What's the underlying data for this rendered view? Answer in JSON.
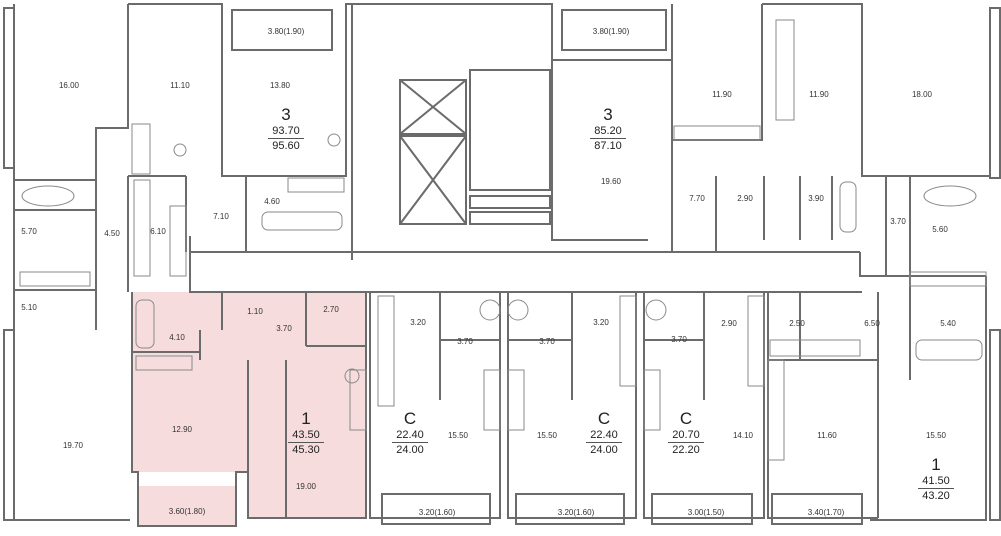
{
  "colors": {
    "wall": "#6b6b6b",
    "highlight": "#f6dcdc",
    "fixture": "#8a8a8a",
    "background": "#ffffff"
  },
  "apartments": {
    "a1": {
      "type": "3",
      "area_living": "93.70",
      "area_total": "95.60"
    },
    "a2": {
      "type": "3",
      "area_living": "85.20",
      "area_total": "87.10"
    },
    "a3": {
      "type": "1",
      "area_living": "43.50",
      "area_total": "45.30"
    },
    "a4": {
      "type": "C",
      "area_living": "22.40",
      "area_total": "24.00"
    },
    "a5": {
      "type": "C",
      "area_living": "22.40",
      "area_total": "24.00"
    },
    "a6": {
      "type": "C",
      "area_living": "20.70",
      "area_total": "22.20"
    },
    "a7": {
      "type": "1",
      "area_living": "41.50",
      "area_total": "43.20"
    }
  },
  "rooms": [
    "16.00",
    "11.10",
    "3.80(1.90)",
    "13.80",
    "4.60",
    "7.10",
    "4.50",
    "5.70",
    "6.10",
    "5.10",
    "19.70",
    "3.80(1.90)",
    "19.60",
    "11.90",
    "11.90",
    "18.00",
    "7.70",
    "2.90",
    "3.90",
    "3.70",
    "5.60",
    "4.10",
    "1.10",
    "3.70",
    "2.70",
    "12.90",
    "19.00",
    "3.60(1.80)",
    "3.20",
    "3.70",
    "15.50",
    "3.20(1.60)",
    "3.70",
    "3.20",
    "15.50",
    "3.20(1.60)",
    "3.70",
    "2.90",
    "14.10",
    "3.00(1.50)",
    "2.50",
    "6.50",
    "5.40",
    "11.60",
    "15.50",
    "3.40(1.70)"
  ]
}
